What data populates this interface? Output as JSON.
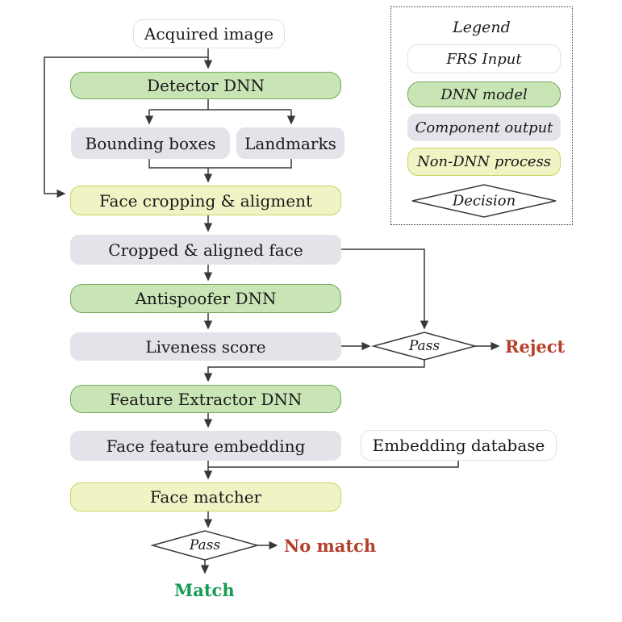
{
  "colors": {
    "dnn_fill": "#c9e4b5",
    "dnn_border": "#72a85a",
    "output_fill": "#e3e3e9",
    "process_fill": "#f0f4c5",
    "process_border": "#ccd264",
    "input_border": "#e2e2e2",
    "line_color": "#383838",
    "reject_color": "#b5402c",
    "match_color": "#169b53"
  },
  "nodes": {
    "acquired_image": "Acquired image",
    "detector_dnn": "Detector DNN",
    "bounding_boxes": "Bounding boxes",
    "landmarks": "Landmarks",
    "face_cropping": "Face cropping & aligment",
    "cropped_aligned_face": "Cropped & aligned face",
    "antispoofer_dnn": "Antispoofer DNN",
    "liveness_score": "Liveness score",
    "liveness_decision": "Pass",
    "reject_label": "Reject",
    "feature_extractor_dnn": "Feature Extractor DNN",
    "face_feature_embedding": "Face feature embedding",
    "embedding_database": "Embedding database",
    "face_matcher": "Face matcher",
    "match_decision": "Pass",
    "no_match_label": "No match",
    "match_label": "Match"
  },
  "legend": {
    "title": "Legend",
    "items": [
      "FRS Input",
      "DNN model",
      "Component output",
      "Non-DNN process",
      "Decision"
    ]
  }
}
